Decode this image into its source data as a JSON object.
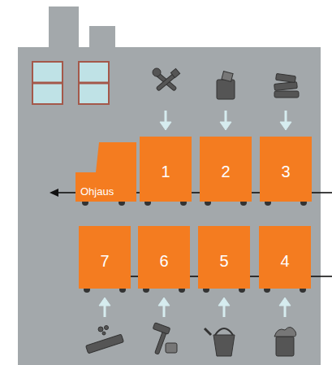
{
  "diagram": {
    "nodes": [
      {
        "text": [
          "Ohjaus"
        ]
      },
      {
        "text": [
          "1"
        ]
      },
      {
        "text": [
          "2"
        ]
      },
      {
        "text": [
          "3"
        ]
      },
      {
        "text": [
          "7"
        ]
      },
      {
        "text": [
          "6"
        ]
      },
      {
        "text": [
          "5"
        ]
      },
      {
        "text": [
          "4"
        ]
      }
    ],
    "edges": [
      {
        "from": 0,
        "to": 1,
        "arrow": "none"
      },
      {
        "from": 1,
        "to": 2,
        "arrow": "none"
      },
      {
        "from": 2,
        "to": 3,
        "arrow": "none"
      },
      {
        "from": 4,
        "to": 5,
        "arrow": "none"
      },
      {
        "from": 5,
        "to": 6,
        "arrow": "none"
      },
      {
        "from": 6,
        "to": 7,
        "arrow": "none"
      }
    ]
  }
}
